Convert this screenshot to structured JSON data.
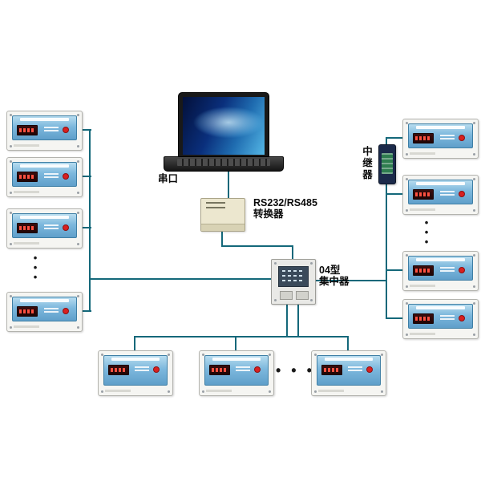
{
  "labels": {
    "serial_port": "串口",
    "converter_line1": "RS232/RS485",
    "converter_line2": "转换器",
    "concentrator_line1": "04型",
    "concentrator_line2": "集中器",
    "repeater": "中继器",
    "dots_vertical": "•\n•\n•",
    "dots_horizontal": "• • •"
  },
  "colors": {
    "connection_line": "#14687a",
    "device_panel_blue": "#7db8dd",
    "led_display_red": "#ff5040",
    "converter_beige": "#ece7cf",
    "repeater_navy": "#1b2a4a"
  },
  "devices": {
    "type": "controller-unit",
    "left_column_count": 4,
    "right_column_count": 4,
    "bottom_row_count": 3,
    "has_more_indicator": true
  }
}
